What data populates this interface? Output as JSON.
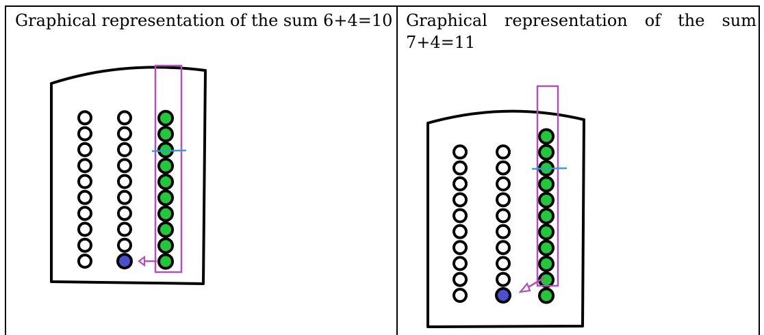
{
  "cells": [
    {
      "caption": "Graphical representation of the sum 6+4=10"
    },
    {
      "caption_words": [
        "Graphical",
        "representation",
        "of",
        "the",
        "sum"
      ],
      "caption_line2": "7+4=11"
    }
  ],
  "colors": {
    "green": "#22c83a",
    "blue": "#4b4fd0",
    "purple": "#b050b8",
    "cyan": "#29a3e0"
  },
  "diagrams": [
    {
      "col1_white": 10,
      "col2_white": 9,
      "col2_blue": 1,
      "col3_green": 10
    },
    {
      "col1_white": 10,
      "col2_white": 9,
      "col2_blue": 1,
      "col3_green": 11
    }
  ]
}
